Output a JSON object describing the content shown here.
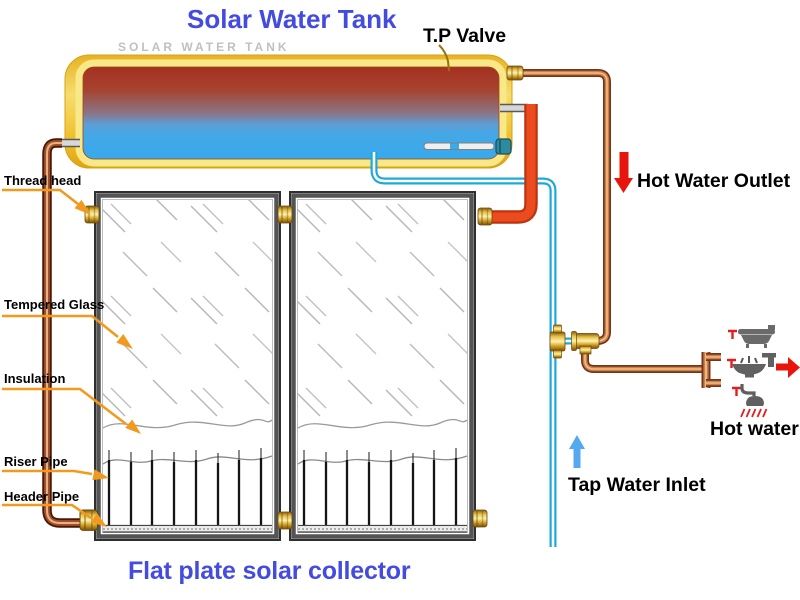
{
  "title": "Solar Water Tank",
  "caption": "Flat plate solar collector",
  "tank": {
    "ghost_text": "SOLAR WATER TANK",
    "tp_valve": "T.P Valve"
  },
  "labels": {
    "thread_head": "Thread head",
    "tempered_glass": "Tempered Glass",
    "insulation": "Insulation",
    "riser_pipe": "Riser Pipe",
    "header_pipe": "Header Pipe"
  },
  "flows": {
    "hot_water_outlet": "Hot Water Outlet",
    "tap_water_inlet": "Tap Water Inlet",
    "hot_water": "Hot water"
  },
  "colors": {
    "title_blue": "#444ce0",
    "hot_red": "#e8150d",
    "tap_cyan": "#29b7e8",
    "copper": "#c8824a",
    "brass": "#e8c24a",
    "arrow_orange": "#f29a1d"
  }
}
